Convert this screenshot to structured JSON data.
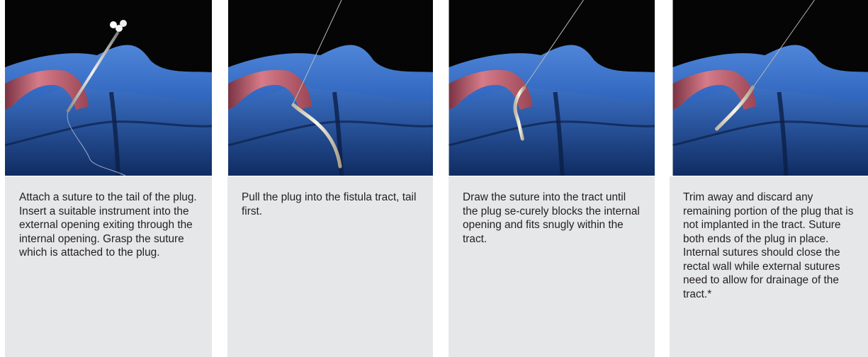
{
  "steps": [
    {
      "text": "Attach a suture to the tail of the plug. Insert a suitable instrument into the external opening exiting through the internal opening. Grasp the suture which is attached to the plug."
    },
    {
      "text": "Pull the plug into the fistula tract, tail first."
    },
    {
      "text": "Draw the suture into the tract until the plug se-curely blocks the internal opening and fits snugly within the tract."
    },
    {
      "text": "Trim away and discard any remaining portion of the plug that is not implanted in the tract. Suture both ends of the plug in place. Internal sutures should close the rectal wall while external sutures need to allow for drainage of the tract.*"
    }
  ],
  "colors": {
    "background_dark": "#050505",
    "tissue_blue": "#2a5fb8",
    "tract_pink": "#c96a78",
    "caption_bg": "#e6e7e8",
    "caption_text": "#231f20"
  }
}
